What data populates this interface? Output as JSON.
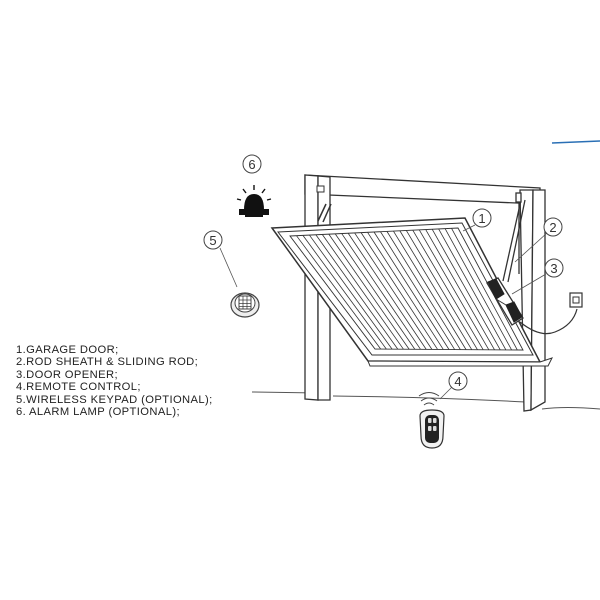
{
  "callouts": [
    {
      "number": "1",
      "target": "garage door"
    },
    {
      "number": "2",
      "target": "rod sheath & sliding rod"
    },
    {
      "number": "3",
      "target": "door opener"
    },
    {
      "number": "4",
      "target": "remote control"
    },
    {
      "number": "5",
      "target": "wireless keypad"
    },
    {
      "number": "6",
      "target": "alarm lamp"
    }
  ],
  "legend": [
    "1.GARAGE DOOR;",
    "2.ROD SHEATH & SLIDING ROD;",
    "3.DOOR OPENER;",
    "4.REMOTE CONTROL;",
    "5.WIRELESS KEYPAD (OPTIONAL);",
    "6. ALARM LAMP (OPTIONAL);"
  ],
  "colors": {
    "line": "#333333",
    "light_line": "#888888",
    "accent_blue": "#2a6fb5",
    "lamp": "#111111"
  },
  "icons": [
    "alarm-lamp-icon",
    "wireless-keypad-icon",
    "remote-control-icon",
    "wall-socket-icon",
    "door-opener-icon"
  ]
}
